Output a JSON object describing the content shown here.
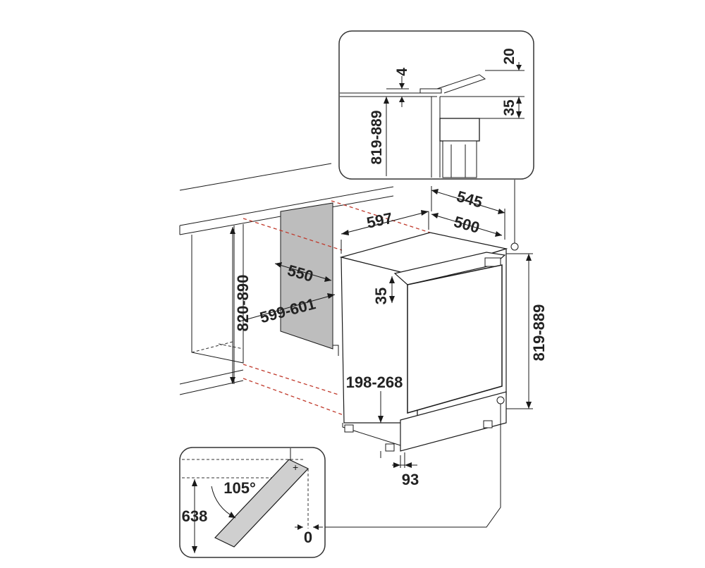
{
  "colors": {
    "line": "#1a1a1a",
    "dash_red": "#c0392b",
    "niche_fill": "#bdbdbd",
    "door_fill": "#cfcfcf",
    "text": "#222222"
  },
  "main": {
    "width_product": "597",
    "depth_total": "545",
    "depth_body": "500",
    "niche_depth": "550",
    "niche_width": "599-601",
    "niche_height": "820-890",
    "top_gap": "35",
    "product_height": "819-889",
    "plinth_height": "198-268",
    "foot_offset": "93"
  },
  "top_detail": {
    "gap_top": "4",
    "worktop_overhang": "20",
    "worktop_thickness": "35",
    "height": "819-889"
  },
  "door_detail": {
    "angle": "105°",
    "clearance": "638",
    "offset": "0"
  }
}
